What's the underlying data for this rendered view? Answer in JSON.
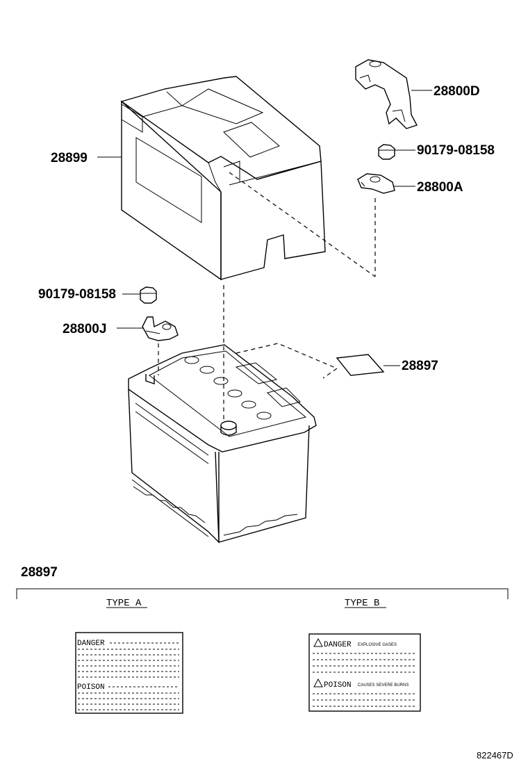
{
  "labels": {
    "part_28899": "28899",
    "part_28800D": "28800D",
    "part_90179_top": "90179-08158",
    "part_28800A": "28800A",
    "part_90179_left": "90179-08158",
    "part_28800J": "28800J",
    "part_28897": "28897",
    "section_28897": "28897",
    "type_a": "TYPE A",
    "type_b": "TYPE B",
    "diagram_code": "822467D"
  },
  "label_type_a": {
    "danger": "DANGER",
    "poison": "POISON"
  },
  "label_type_b": {
    "danger": "DANGER",
    "danger_note": "EXPLOSIVE GASES",
    "poison": "POISON",
    "poison_note": "CAUSES SEVERE BURNS"
  }
}
